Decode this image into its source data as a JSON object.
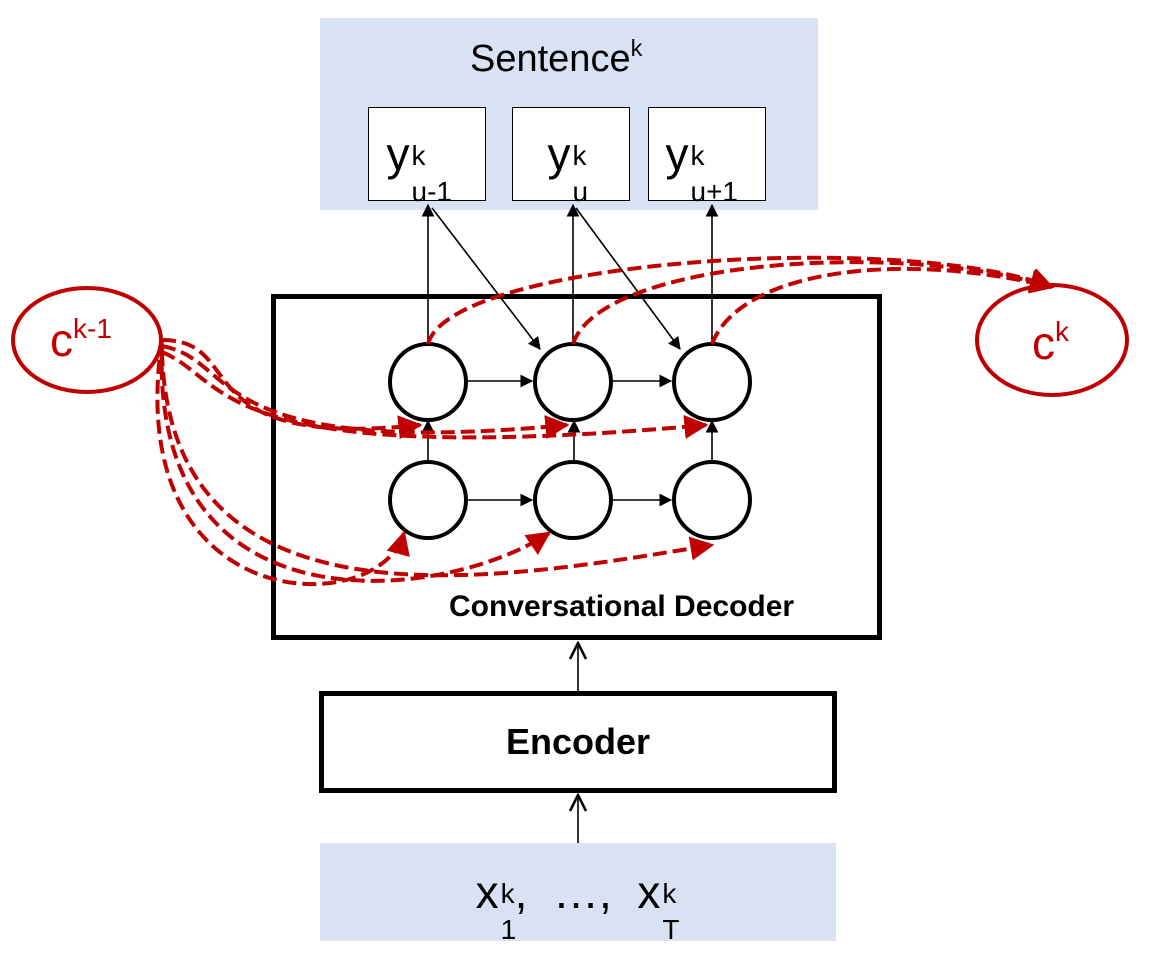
{
  "sentence": {
    "word": "Sentence",
    "sup": "k"
  },
  "outputs": [
    {
      "base": "y",
      "sup": "k",
      "sub": "u-1"
    },
    {
      "base": "y",
      "sup": "k",
      "sub": "u"
    },
    {
      "base": "y",
      "sup": "k",
      "sub": "u+1"
    }
  ],
  "context_prev": {
    "base": "c",
    "sup": "k-1"
  },
  "context_next": {
    "base": "c",
    "sup": "k"
  },
  "decoder": {
    "label": "Conversational Decoder"
  },
  "encoder": {
    "label": "Encoder"
  },
  "input": {
    "x1": {
      "base": "x",
      "sup": "k",
      "sub": "1"
    },
    "sep": ",  …,  ",
    "xT": {
      "base": "x",
      "sup": "k",
      "sub": "T"
    }
  },
  "colors": {
    "panel": "#d9e2f3",
    "context": "#c00000",
    "line": "#000000"
  }
}
